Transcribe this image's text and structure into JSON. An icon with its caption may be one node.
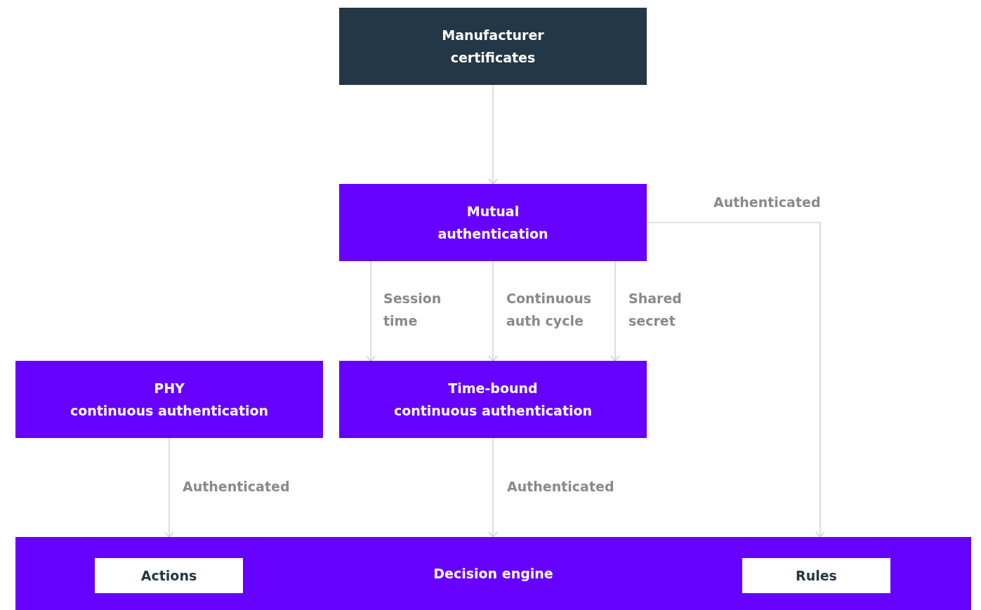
{
  "diagram": {
    "nodes": [
      {
        "text": [
          "Manufacturer certificates"
        ]
      },
      {
        "text": [
          "Mutual authentication"
        ]
      },
      {
        "text": [
          "PHY",
          "continuous authentication"
        ]
      },
      {
        "text": [
          "Time-bound",
          "continuous authentication"
        ]
      },
      {
        "text": [
          "Decision engine"
        ]
      },
      {
        "text": [
          "Actions"
        ],
        "in": 4
      },
      {
        "text": [
          "Rules"
        ],
        "in": 4
      }
    ],
    "edges": [
      {
        "from": 0,
        "to": 1,
        "arrow": "to"
      },
      {
        "from": 1,
        "to": 3,
        "arrow": "to",
        "label": "Session time"
      },
      {
        "from": 1,
        "to": 3,
        "arrow": "to",
        "label": "Continuous auth cycle"
      },
      {
        "from": 1,
        "to": 3,
        "arrow": "to",
        "label": "Shared secret"
      },
      {
        "from": 1,
        "to": 4,
        "arrow": "to",
        "label": "Authenticated"
      },
      {
        "from": 2,
        "to": 4,
        "arrow": "to",
        "label": "Authenticated"
      },
      {
        "from": 3,
        "to": 4,
        "arrow": "to",
        "label": "Authenticated"
      }
    ]
  }
}
